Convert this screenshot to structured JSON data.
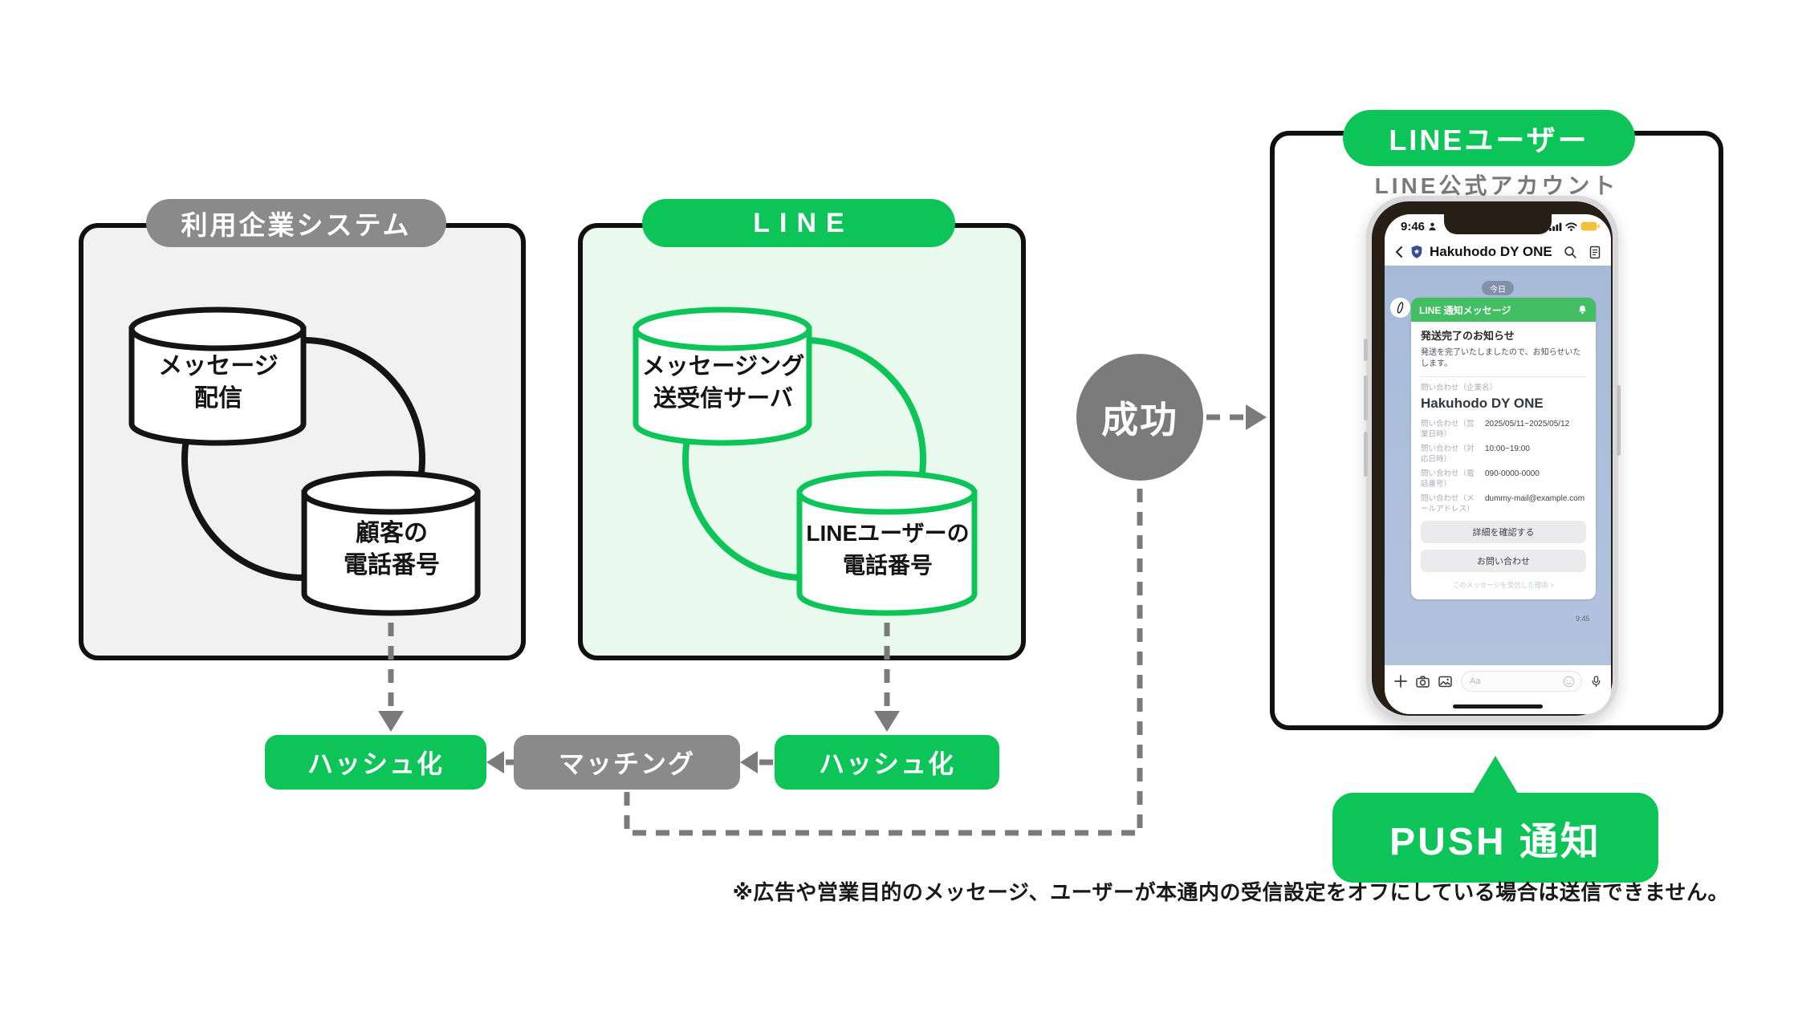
{
  "colors": {
    "line_green": "#0CC457",
    "card_header_green": "#43BE63",
    "gray": "#8A8A8A",
    "chat_bg": "#A9BDD9",
    "battery_yellow": "#F2C13A"
  },
  "left_box": {
    "title": "利用企業システム",
    "cylinders": [
      {
        "line1": "メッセージ",
        "line2": "配信"
      },
      {
        "line1": "顧客の",
        "line2": "電話番号"
      }
    ]
  },
  "mid_box": {
    "title": "LINE",
    "cylinders": [
      {
        "line1": "メッセージング",
        "line2": "送受信サーバ"
      },
      {
        "line1": "LINEユーザーの",
        "line2": "電話番号"
      }
    ]
  },
  "right_box": {
    "title": "LINEユーザー",
    "subtitle": "LINE公式アカウント"
  },
  "flow": {
    "hash_left": "ハッシュ化",
    "matching": "マッチング",
    "hash_right": "ハッシュ化",
    "success": "成功",
    "push": "PUSH 通知"
  },
  "phone": {
    "status": {
      "time": "9:46"
    },
    "header": {
      "name": "Hakuhodo DY ONE"
    },
    "chat": {
      "day": "今日",
      "card": {
        "header": "LINE 通知メッセージ",
        "heading": "発送完了のお知らせ",
        "body": "発送を完了いたしましたので、お知らせいたします。",
        "company_label": "問い合わせ（企業名）",
        "company": "Hakuhodo DY ONE",
        "rows": [
          {
            "label": "問い合わせ（営業日時）",
            "value": "2025/05/11~2025/05/12"
          },
          {
            "label": "問い合わせ（対応日時）",
            "value": "10:00~19:00"
          },
          {
            "label": "問い合わせ（電話番号）",
            "value": "090-0000-0000"
          },
          {
            "label": "問い合わせ（メールアドレス）",
            "value": "dummy-mail@example.com"
          }
        ],
        "buttons": [
          "詳細を確認する",
          "お問い合わせ"
        ],
        "why": "このメッセージを受信した理由 >"
      },
      "timestamp": "9:45"
    },
    "input_placeholder": "Aa"
  },
  "footnote": "※広告や営業目的のメッセージ、ユーザーが本通内の受信設定をオフにしている場合は送信できません。"
}
